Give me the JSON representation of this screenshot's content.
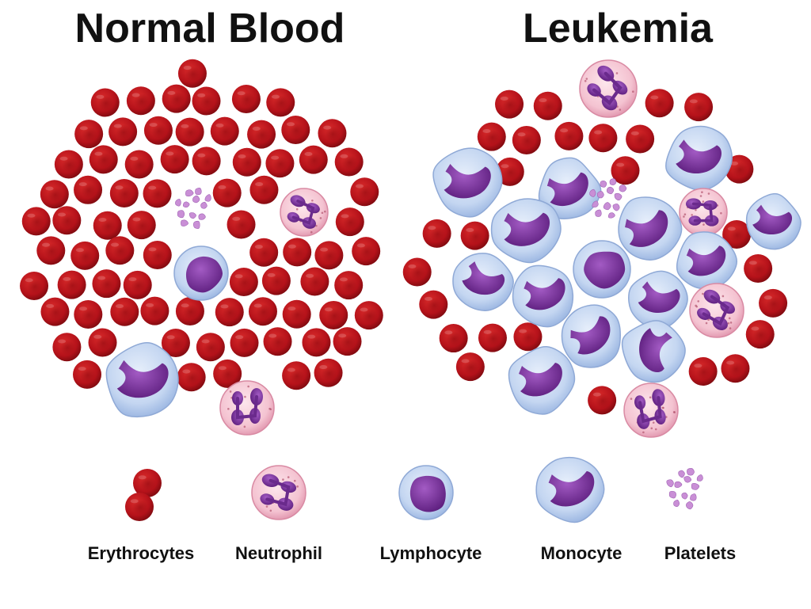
{
  "panels": {
    "normal": {
      "title": "Normal Blood"
    },
    "leukemia": {
      "title": "Leukemia"
    }
  },
  "legend": [
    {
      "id": "erythrocytes",
      "label": "Erythrocytes"
    },
    {
      "id": "neutrophil",
      "label": "Neutrophil"
    },
    {
      "id": "lymphocyte",
      "label": "Lymphocyte"
    },
    {
      "id": "monocyte",
      "label": "Monocyte"
    },
    {
      "id": "platelets",
      "label": "Platelets"
    }
  ],
  "colors": {
    "erythrocyte": "#c0141b",
    "neutrophil_cytoplasm": "#f6c9d6",
    "lymphocyte_cytoplasm": "#c9d9f2",
    "nucleus": "#7a2f9c",
    "platelet": "#c98fd6"
  }
}
